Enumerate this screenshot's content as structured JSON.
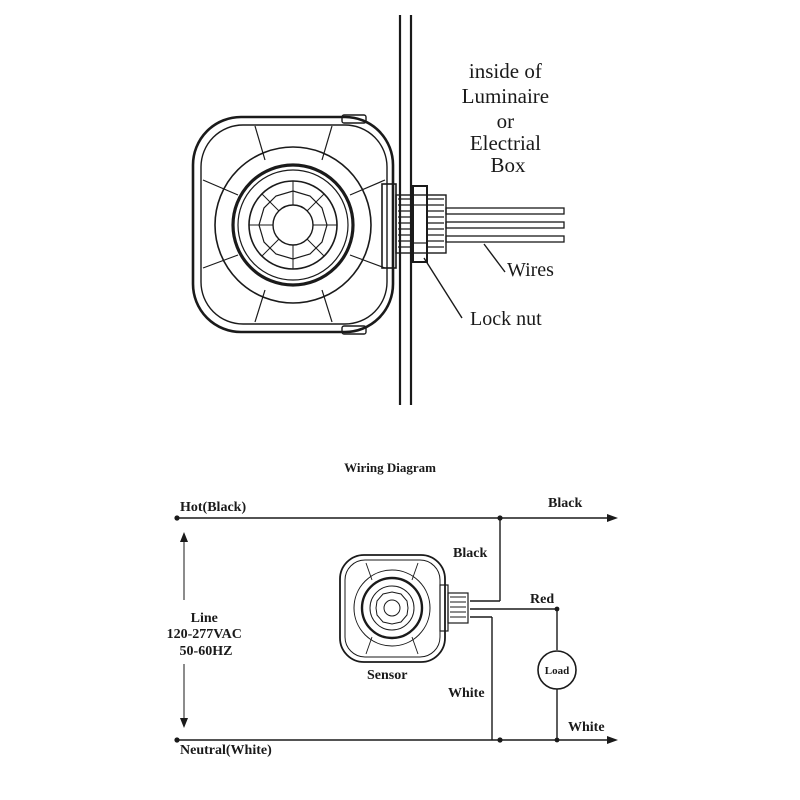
{
  "mount_figure": {
    "location_label_lines": [
      "inside of",
      "Luminaire",
      "or",
      "Electrial",
      "Box"
    ],
    "wires_label": "Wires",
    "lock_nut_label": "Lock nut"
  },
  "wiring_diagram": {
    "title": "Wiring Diagram",
    "hot_label": "Hot(Black)",
    "neutral_label": "Neutral(White)",
    "line_label_lines": [
      "Line",
      "120-277VAC",
      "50-60HZ"
    ],
    "black_out_label": "Black",
    "black_lead_label": "Black",
    "red_label": "Red",
    "white_lead_label": "White",
    "white_out_label": "White",
    "load_label": "Load",
    "sensor_label": "Sensor"
  }
}
